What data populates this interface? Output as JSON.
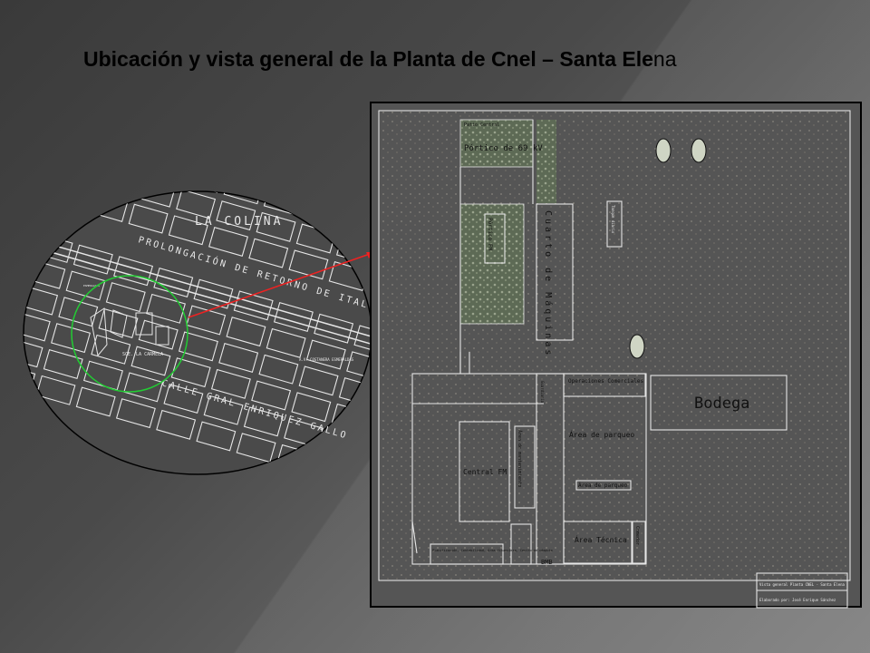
{
  "slide": {
    "title_main": "Ubicación y vista general de la Planta de Cnel – Santa Ele",
    "title_tail": "na"
  },
  "map": {
    "neighborhood": "LA COLINA",
    "street_top": "PROLONGACIÓN DE RETORNO DE ITAL",
    "street_bottom": "CALLE GRAL ENRIQUEZ GALLO"
  },
  "plan": {
    "porticos": "Pórtico de 69 kV",
    "small_label": "Patio Central",
    "portico_fm": "Pórtico FM",
    "cuarto_maquinas": "Cuarto de Máquinas",
    "vert_label": "Tanque diario",
    "oficinas": "Operaciones Comerciales",
    "bodega": "Bodega",
    "area_parqueo_1": "Área de parqueo",
    "area_parqueo_2": "Área de parqueo",
    "central_fm": "Central FM",
    "area_tecnica": "Área Técnica",
    "comedor": "Comedor",
    "col_label": "Área de mantenimiento",
    "title_block_1": "Vista general Planta CNEL - Santa Elena",
    "title_block_2": "Elaborado por: José Enrique Sánchez",
    "bottom_note": "Planificación, Contabilidad, Área financiera, Centro de cómputo",
    "guard": "Guardianía",
    "ruler": "BMB"
  },
  "colors": {
    "accent_green": "#22cc33",
    "arrow_red": "#ee2222",
    "cad_line": "#e6e6e6"
  }
}
